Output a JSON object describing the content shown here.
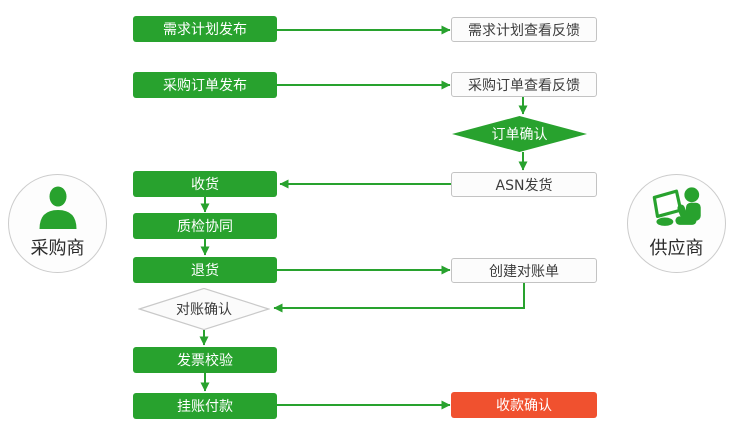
{
  "diagram": {
    "buyer": {
      "label": "采购商"
    },
    "supplier": {
      "label": "供应商"
    },
    "nodes": {
      "demand_plan_publish": "需求计划发布",
      "demand_plan_feedback": "需求计划查看反馈",
      "po_publish": "采购订单发布",
      "po_feedback": "采购订单查看反馈",
      "order_confirm": "订单确认",
      "receive": "收货",
      "asn_ship": "ASN发货",
      "quality_check": "质检协同",
      "returns": "退货",
      "create_statement": "创建对账单",
      "statement_confirm": "对账确认",
      "invoice_check": "发票校验",
      "payment": "挂账付款",
      "payment_confirm": "收款确认"
    },
    "colors": {
      "process_green": "#28a22e",
      "terminal_red": "#f0512f",
      "box_border_gray": "#c3c3c3",
      "text_dark": "#3c3c3c"
    }
  }
}
